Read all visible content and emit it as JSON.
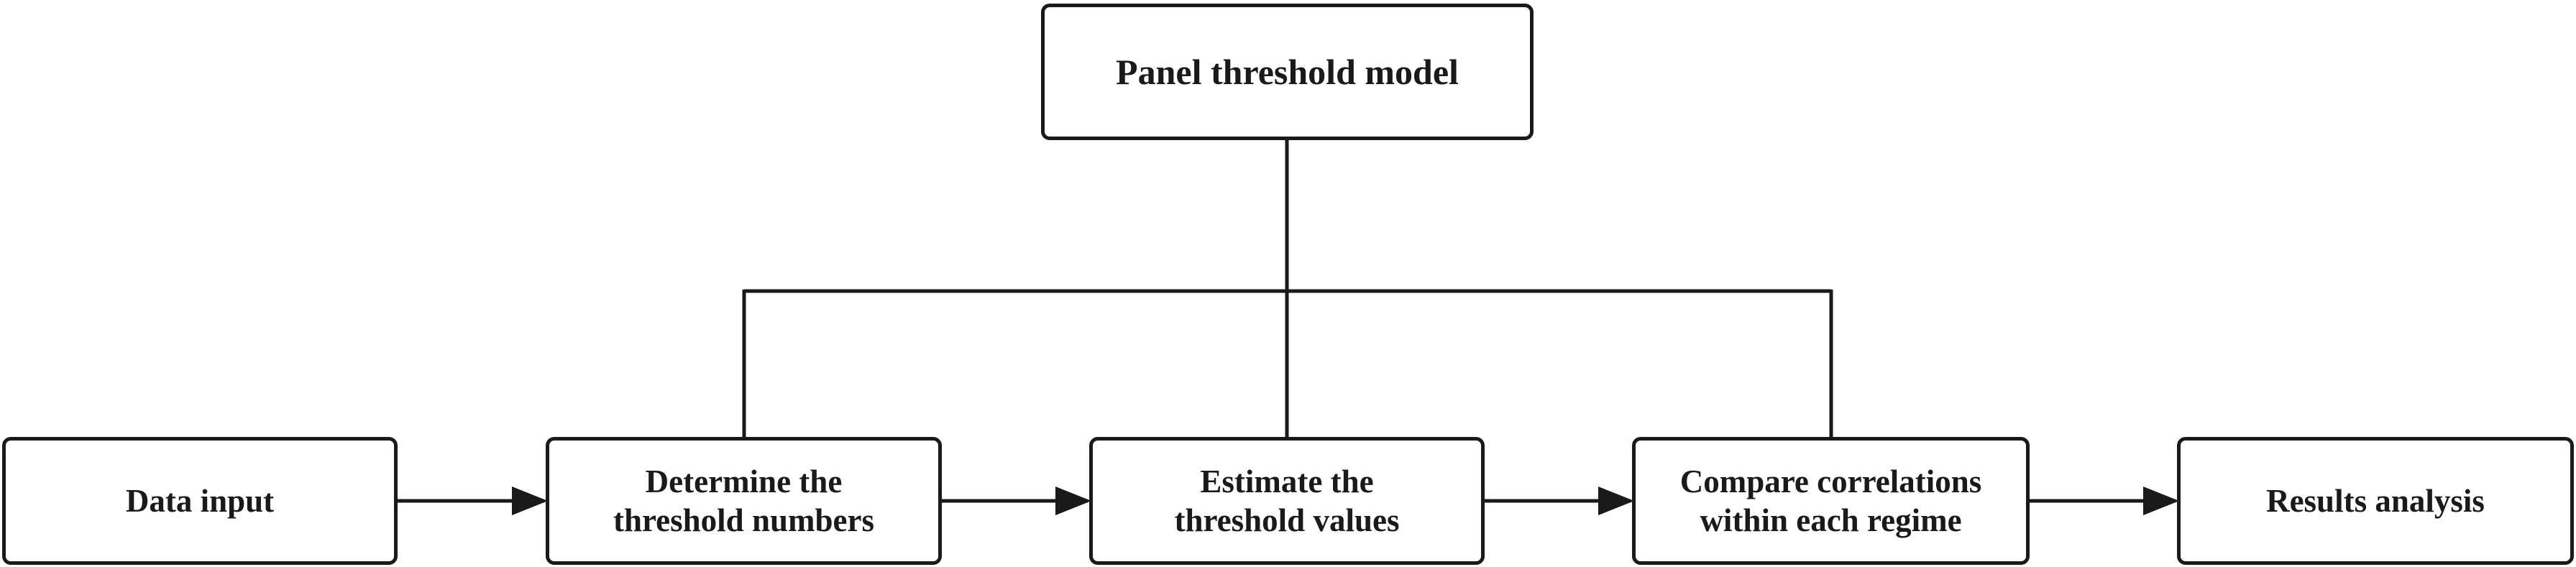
{
  "diagram": {
    "top_node": {
      "label": "Panel threshold model"
    },
    "steps": [
      {
        "label": "Data input"
      },
      {
        "label": "Determine the\nthreshold numbers"
      },
      {
        "label": "Estimate the\nthreshold values"
      },
      {
        "label": "Compare correlations\nwithin each regime"
      },
      {
        "label": "Results analysis"
      }
    ],
    "colors": {
      "stroke": "#1a1a1a",
      "background": "#ffffff"
    }
  }
}
